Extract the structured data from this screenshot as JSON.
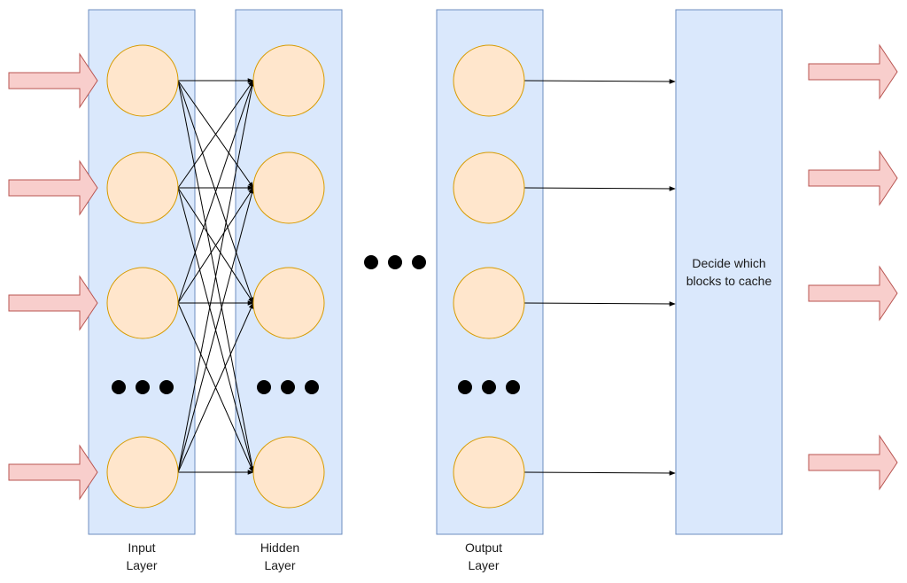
{
  "layers": [
    {
      "id": "input",
      "label_line1": "Input",
      "label_line2": "Layer"
    },
    {
      "id": "hidden",
      "label_line1": "Hidden",
      "label_line2": "Layer"
    },
    {
      "id": "output",
      "label_line1": "Output",
      "label_line2": "Layer"
    }
  ],
  "decision_box": {
    "line1": "Decide which",
    "line2": "blocks to cache"
  },
  "colors": {
    "layer_fill": "#dae8fc",
    "layer_stroke": "#6c8ebf",
    "node_fill": "#ffe6cc",
    "node_stroke": "#d79b00",
    "arrow_fill": "#f8cecc",
    "arrow_stroke": "#b85450",
    "edge": "#000000",
    "dot": "#000000"
  },
  "icons": {
    "ellipsis": "three-dots-ellipsis",
    "input_arrow": "block-arrow-right",
    "edge": "arrow-line"
  }
}
